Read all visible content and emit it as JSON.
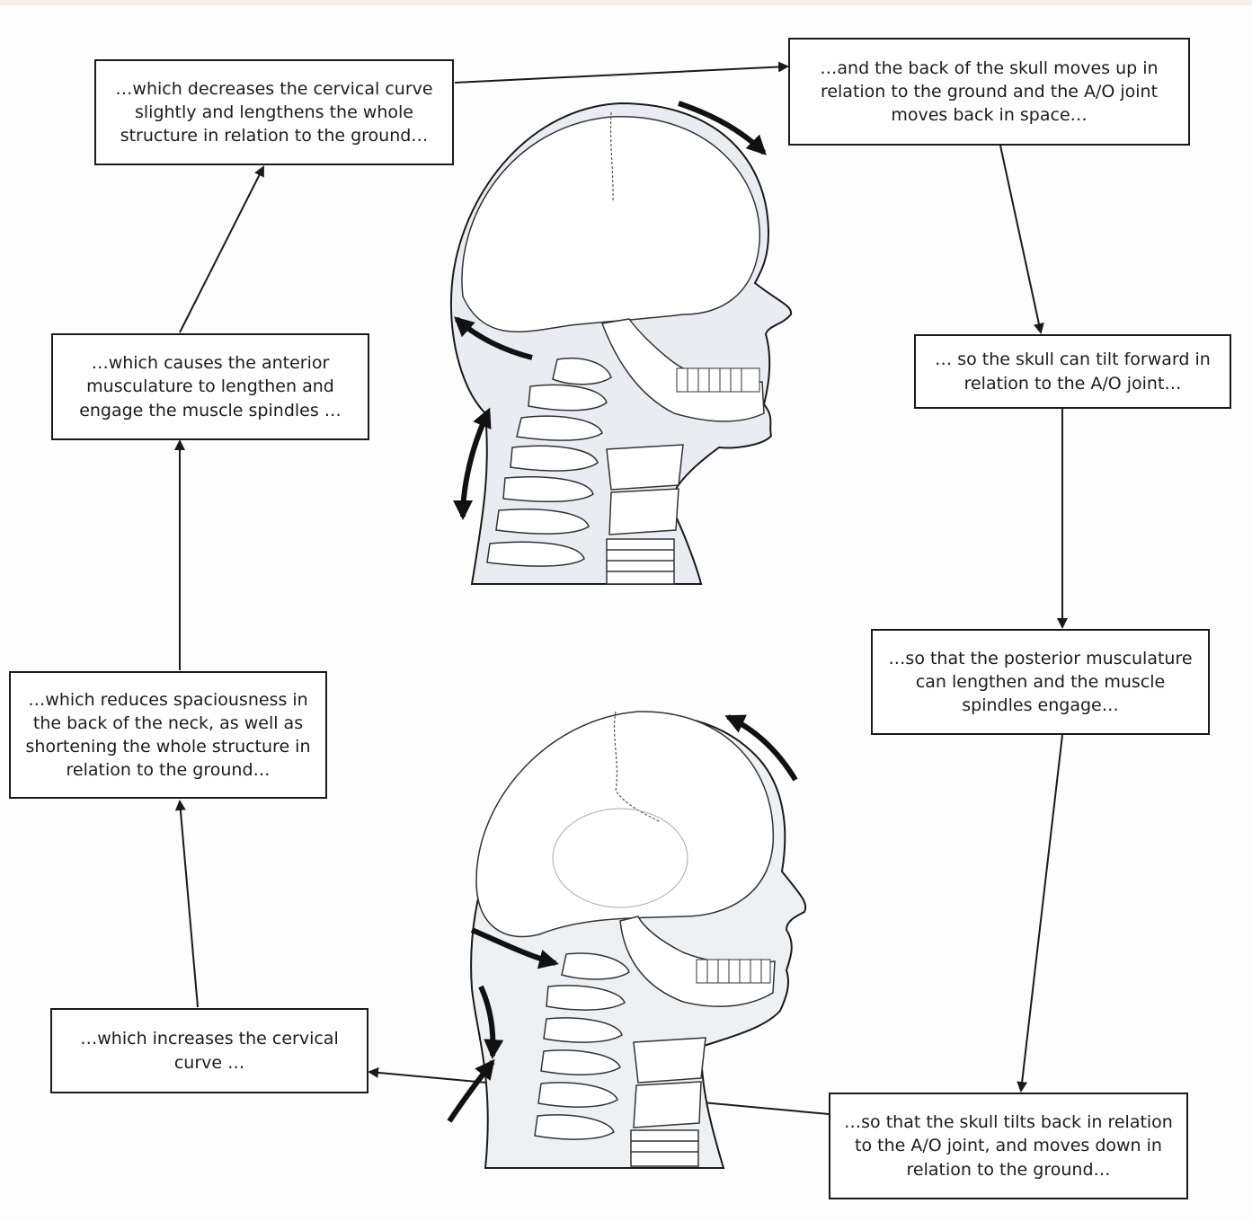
{
  "boxes": {
    "decreases": "…which decreases the cervical curve slightly and lengthens the whole structure in relation to the ground…",
    "skull_up": "…and the back of the skull moves up in relation to the ground and the A/O joint moves back in space…",
    "tilt_forward": "… so the skull can tilt forward in relation to the A/O joint…",
    "anterior": "…which causes the anterior musculature to lengthen and engage the muscle spindles …",
    "posterior": "…so that the posterior musculature can lengthen and the muscle spindles engage…",
    "reduces": "…which reduces spaciousness in the back of the neck, as well as shortening the whole structure in relation to the ground…",
    "increases": "…which increases the cervical curve …",
    "tilts_back": "…so that the skull tilts back in relation to the A/O joint,  and moves down in relation to the ground…"
  },
  "colors": {
    "ink": "#1a1a1a",
    "skin": "#e9edf2",
    "bone": "#ffffff"
  },
  "illustrations": [
    "head-lengthening-illustration",
    "head-shortening-illustration"
  ]
}
